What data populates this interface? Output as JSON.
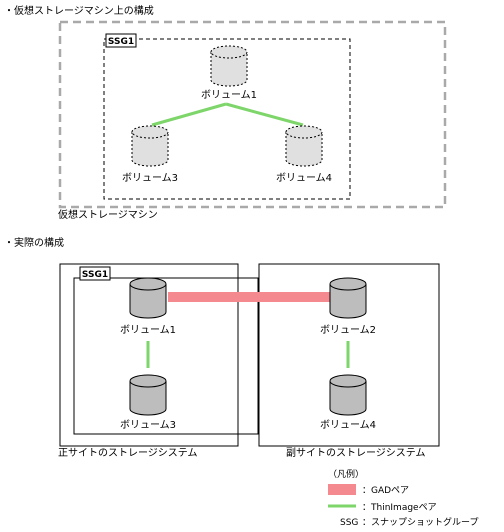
{
  "colors": {
    "gad_pair": "#f4898f",
    "thinimage_pair": "#7ed66b",
    "volume_solid_fill": "#bdbdbd",
    "volume_dashed_fill": "#e0e0e0",
    "outer_dash_stroke": "#a9a9a9"
  },
  "virtual_section": {
    "heading": "・仮想ストレージマシン上の構成",
    "ssg_label": "SSG1",
    "machine_label": "仮想ストレージマシン",
    "volumes": [
      "ボリューム1",
      "ボリューム3",
      "ボリューム4"
    ]
  },
  "actual_section": {
    "heading": "・実際の構成",
    "ssg_label": "SSG1",
    "primary_system_label": "正サイトのストレージシステム",
    "secondary_system_label": "副サイトのストレージシステム",
    "primary_volumes": [
      "ボリューム1",
      "ボリューム3"
    ],
    "secondary_volumes": [
      "ボリューム2",
      "ボリューム4"
    ]
  },
  "legend": {
    "title": "（凡例）",
    "gad_label": "：GADペア",
    "thinimage_label": "：ThinImageペア",
    "ssg_abbr": "SSG",
    "ssg_label": "：スナップショットグループ"
  }
}
